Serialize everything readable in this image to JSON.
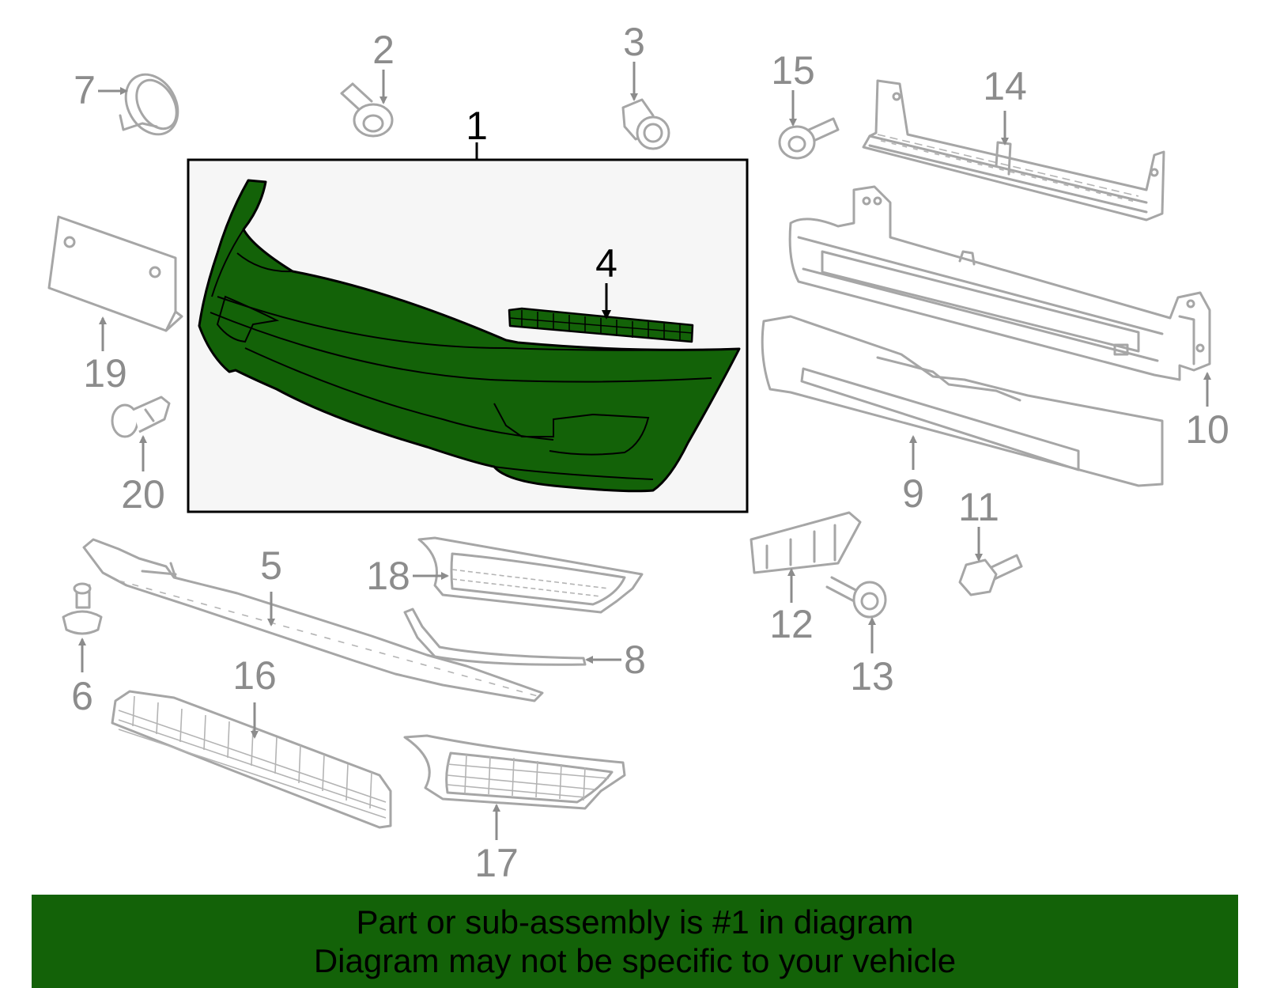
{
  "colors": {
    "highlight_fill": "#136208",
    "highlight_stroke": "#000000",
    "part_stroke": "#a6a6a6",
    "callout_text": "#8c8c8c",
    "banner_background": "#136208",
    "assembly_box_background": "#f6f6f6"
  },
  "highlighted_part": "1",
  "callouts": {
    "c1": "1",
    "c2": "2",
    "c3": "3",
    "c4": "4",
    "c5": "5",
    "c6": "6",
    "c7": "7",
    "c8": "8",
    "c9": "9",
    "c10": "10",
    "c11": "11",
    "c12": "12",
    "c13": "13",
    "c14": "14",
    "c15": "15",
    "c16": "16",
    "c17": "17",
    "c18": "18",
    "c19": "19",
    "c20": "20"
  },
  "banner": {
    "line1": "Part or sub-assembly is #1 in diagram",
    "line2": "Diagram may not be specific to your vehicle"
  }
}
